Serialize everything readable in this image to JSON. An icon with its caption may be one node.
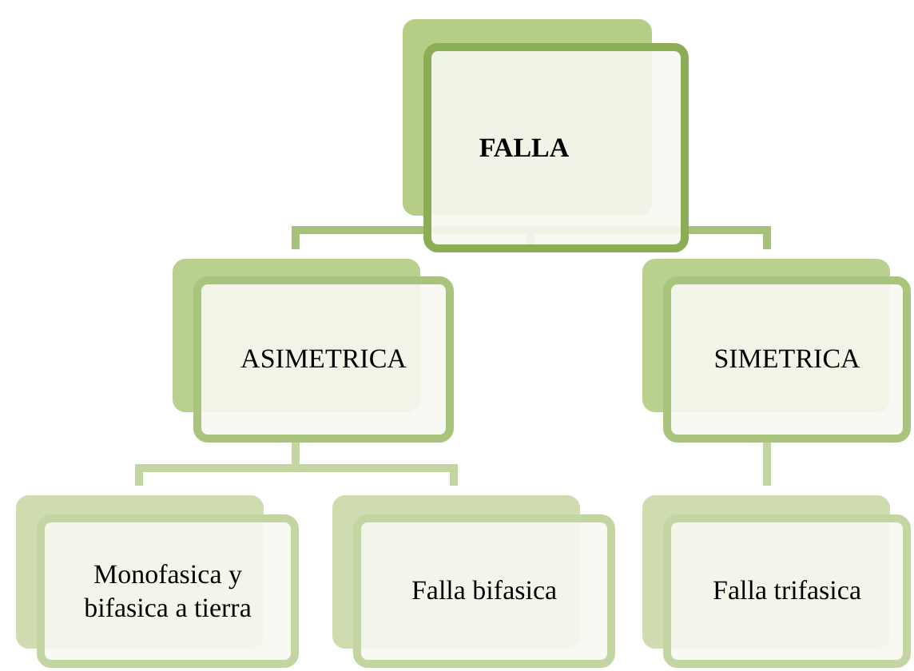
{
  "diagram": {
    "nodes": [
      {
        "text": [
          "FALLA"
        ]
      },
      {
        "text": [
          "ASIMETRICA"
        ]
      },
      {
        "text": [
          "SIMETRICA"
        ]
      },
      {
        "text": [
          "Monofasica y bifasica a tierra"
        ]
      },
      {
        "text": [
          "Falla bifasica"
        ]
      },
      {
        "text": [
          "Falla trifasica"
        ]
      }
    ],
    "edges": [
      {
        "from": 0,
        "to": 1,
        "arrow": "none"
      },
      {
        "from": 0,
        "to": 2,
        "arrow": "none"
      },
      {
        "from": 1,
        "to": 3,
        "arrow": "none"
      },
      {
        "from": 1,
        "to": 4,
        "arrow": "none"
      },
      {
        "from": 2,
        "to": 5,
        "arrow": "none"
      }
    ]
  }
}
